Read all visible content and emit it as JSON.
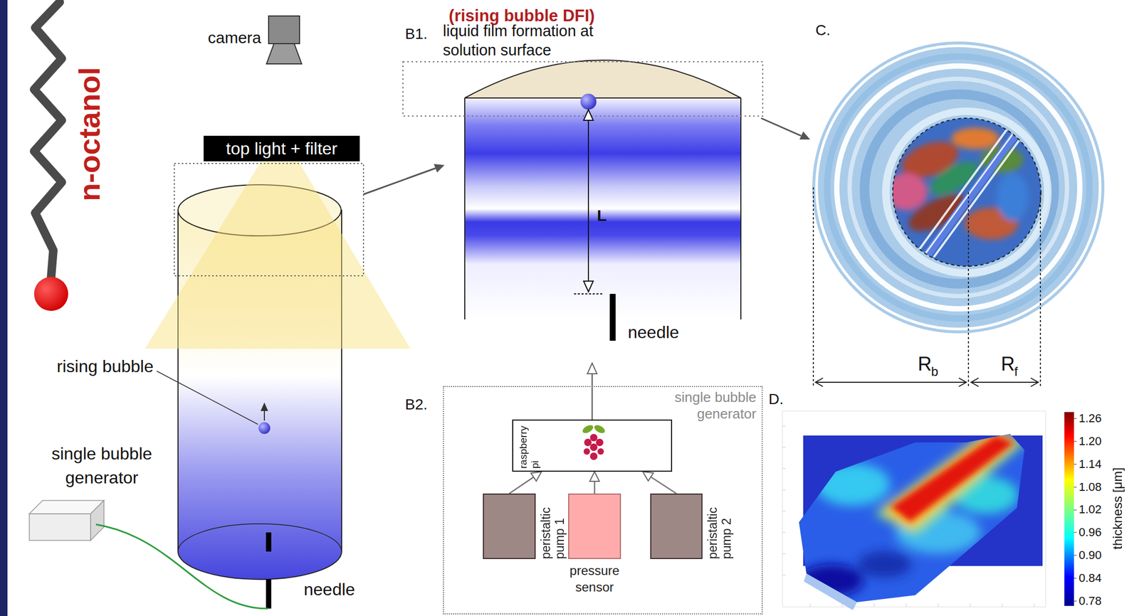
{
  "diagram": {
    "title": "(rising bubble DFI)",
    "nodes": [
      {
        "text": [
          "single bubble generator"
        ]
      },
      {
        "text": [
          "raspberry pi"
        ],
        "in": 0
      },
      {
        "text": [
          "peristaltic pump 1"
        ],
        "in": 0
      },
      {
        "text": [
          "pressure sensor"
        ],
        "in": 0
      },
      {
        "text": [
          "peristaltic pump 2"
        ],
        "in": 0
      },
      {
        "text": [
          "top light + filter"
        ]
      }
    ],
    "edges": [
      {
        "from": 2,
        "to": 1,
        "arrow": "to"
      },
      {
        "from": 3,
        "to": 1,
        "arrow": "to"
      },
      {
        "from": 4,
        "to": 1,
        "arrow": "to"
      }
    ],
    "labels": [
      "n-octanol",
      "camera",
      "rising bubble",
      "single bubble generator",
      "needle",
      "B1.",
      "liquid film formation at solution surface",
      "L",
      "needle",
      "C.",
      "R",
      "b",
      "R",
      "f",
      "B2.",
      "D.",
      "1.26",
      "1.20",
      "1.14",
      "1.08",
      "1.02",
      "0.96",
      "0.90",
      "0.84",
      "0.78",
      "thickness [μm]"
    ]
  }
}
